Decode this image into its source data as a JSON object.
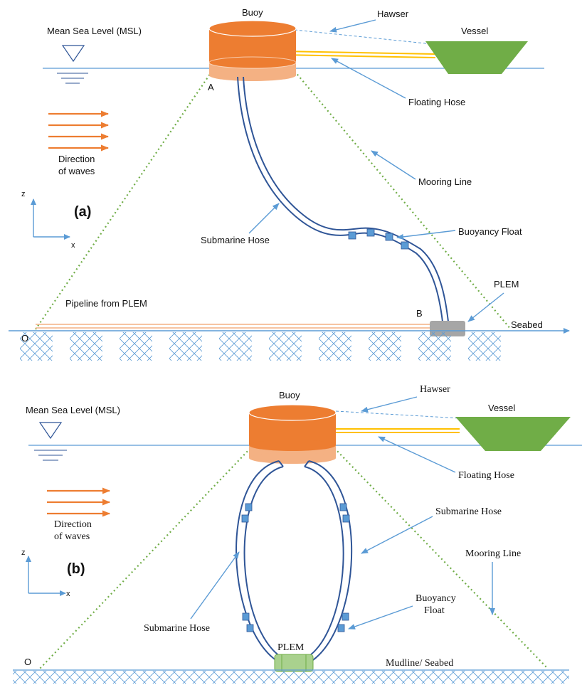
{
  "panel_a": {
    "tag": "(a)",
    "buoy": "Buoy",
    "hawser": "Hawser",
    "vessel": "Vessel",
    "msl": "Mean Sea Level (MSL)",
    "floating_hose": "Floating Hose",
    "direction_line1": "Direction",
    "direction_line2": "of waves",
    "mooring_line": "Mooring Line",
    "submarine_hose": "Submarine Hose",
    "buoyancy_float": "Buoyancy Float",
    "plem": "PLEM",
    "pipeline": "Pipeline from PLEM",
    "seabed": "Seabed",
    "point_a": "A",
    "point_b": "B",
    "origin": "O",
    "axis_z": "z",
    "axis_x": "x"
  },
  "panel_b": {
    "tag": "(b)",
    "buoy": "Buoy",
    "hawser": "Hawser",
    "vessel": "Vessel",
    "msl": "Mean Sea Level (MSL)",
    "floating_hose": "Floating Hose",
    "direction_line1": "Direction",
    "direction_line2": "of waves",
    "submarine_hose_right": "Submarine Hose",
    "mooring_line": "Mooring Line",
    "buoyancy_float_line1": "Buoyancy",
    "buoyancy_float_line2": "Float",
    "submarine_hose_left": "Submarine Hose",
    "plem": "PLEM",
    "mudline": "Mudline/ Seabed",
    "origin": "O",
    "axis_z": "z",
    "axis_x": "x"
  },
  "colors": {
    "buoy_top": "#ed7d31",
    "buoy_ring": "#f4b183",
    "vessel": "#70ad47",
    "hose": "#2f5597",
    "float": "#5b9bd5",
    "water": "#5b9bd5",
    "mooring": "#70ad47",
    "wave_arrow": "#ed7d31",
    "floating_hose": "#ffc000",
    "pipeline": "#f4b183",
    "plem_a": "#a6a6a6",
    "plem_b": "#a9d18e",
    "pointer": "#5b9bd5"
  }
}
